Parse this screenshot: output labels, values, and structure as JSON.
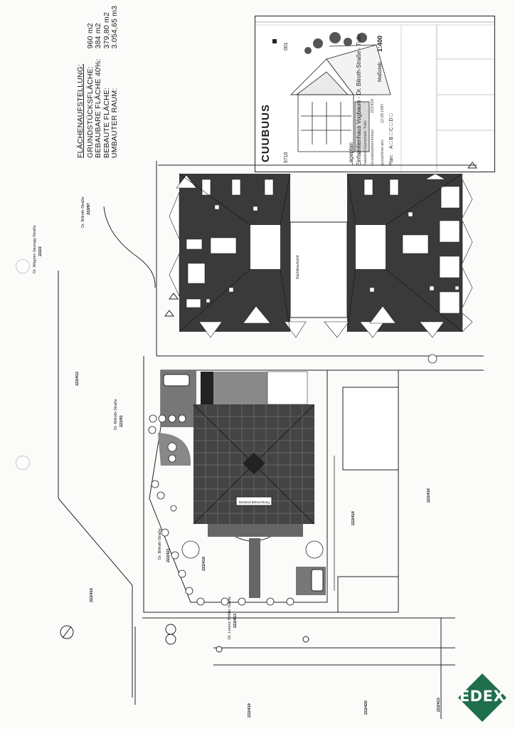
{
  "areas": {
    "title": "FLÄCHENAUFSTELLUNG:",
    "rows": [
      {
        "label": "GRUNDSTÜCKSFLÄCHE:",
        "value": "960 m2"
      },
      {
        "label": "BEBAUBARE FLÄCHE 40%:",
        "value": "384 m2"
      },
      {
        "label": "BEBAUTE FLÄCHE:",
        "value": "379,80 m2"
      },
      {
        "label": "UMBAUTER RAUM:",
        "value": "3.054,65 m3"
      }
    ]
  },
  "titleblock": {
    "brand": "CUUBUUS",
    "plan_no": "001",
    "project_code": "5710",
    "scale_label": "Maßstab:",
    "scale_value": "1:400",
    "plan_type": "Lageplan",
    "project": "Einfamilienhaus Vogbaum - Dr. Bilroth-Straße - Tulln",
    "katastral": "Katastral-Gemeinde: Tulln",
    "grundstueck": "Grundstücksnummer:",
    "grundstueck_no": "222/418",
    "date_label": "gezeichnet am:",
    "date_value": "12.09.1997",
    "phase": "Plan:",
    "phase_options": "A □  B □  C □  D □"
  },
  "streets": {
    "billroth_top": "Dr. Billroth-Straße",
    "billroth_top_code": "222/97",
    "billroth_mid": "Dr. Billroth-Straße",
    "billroth_mid_code": "222/91",
    "billroth_low": "Dr. Billroth-Straße",
    "wagner": "Dr. Wagner-Jauregg-Straße",
    "wagner_code": "222/2",
    "lorenz": "Dr. Lorenz Böhler Gasse",
    "lorenz_code": "222/413"
  },
  "parcels": {
    "p1": "222/418",
    "p2": "222/418",
    "p3": "222/418",
    "p4": "222/410",
    "p5": "222/421",
    "p6": "222/412",
    "p7": "222/413",
    "p8": "222/419",
    "p9": "222/420"
  },
  "labels": {
    "elevation_top": "Dachdraufsicht",
    "house_label": "Bestand Beleuchtung"
  },
  "logo": {
    "text": "EDEX",
    "color": "#1f6e4c"
  }
}
